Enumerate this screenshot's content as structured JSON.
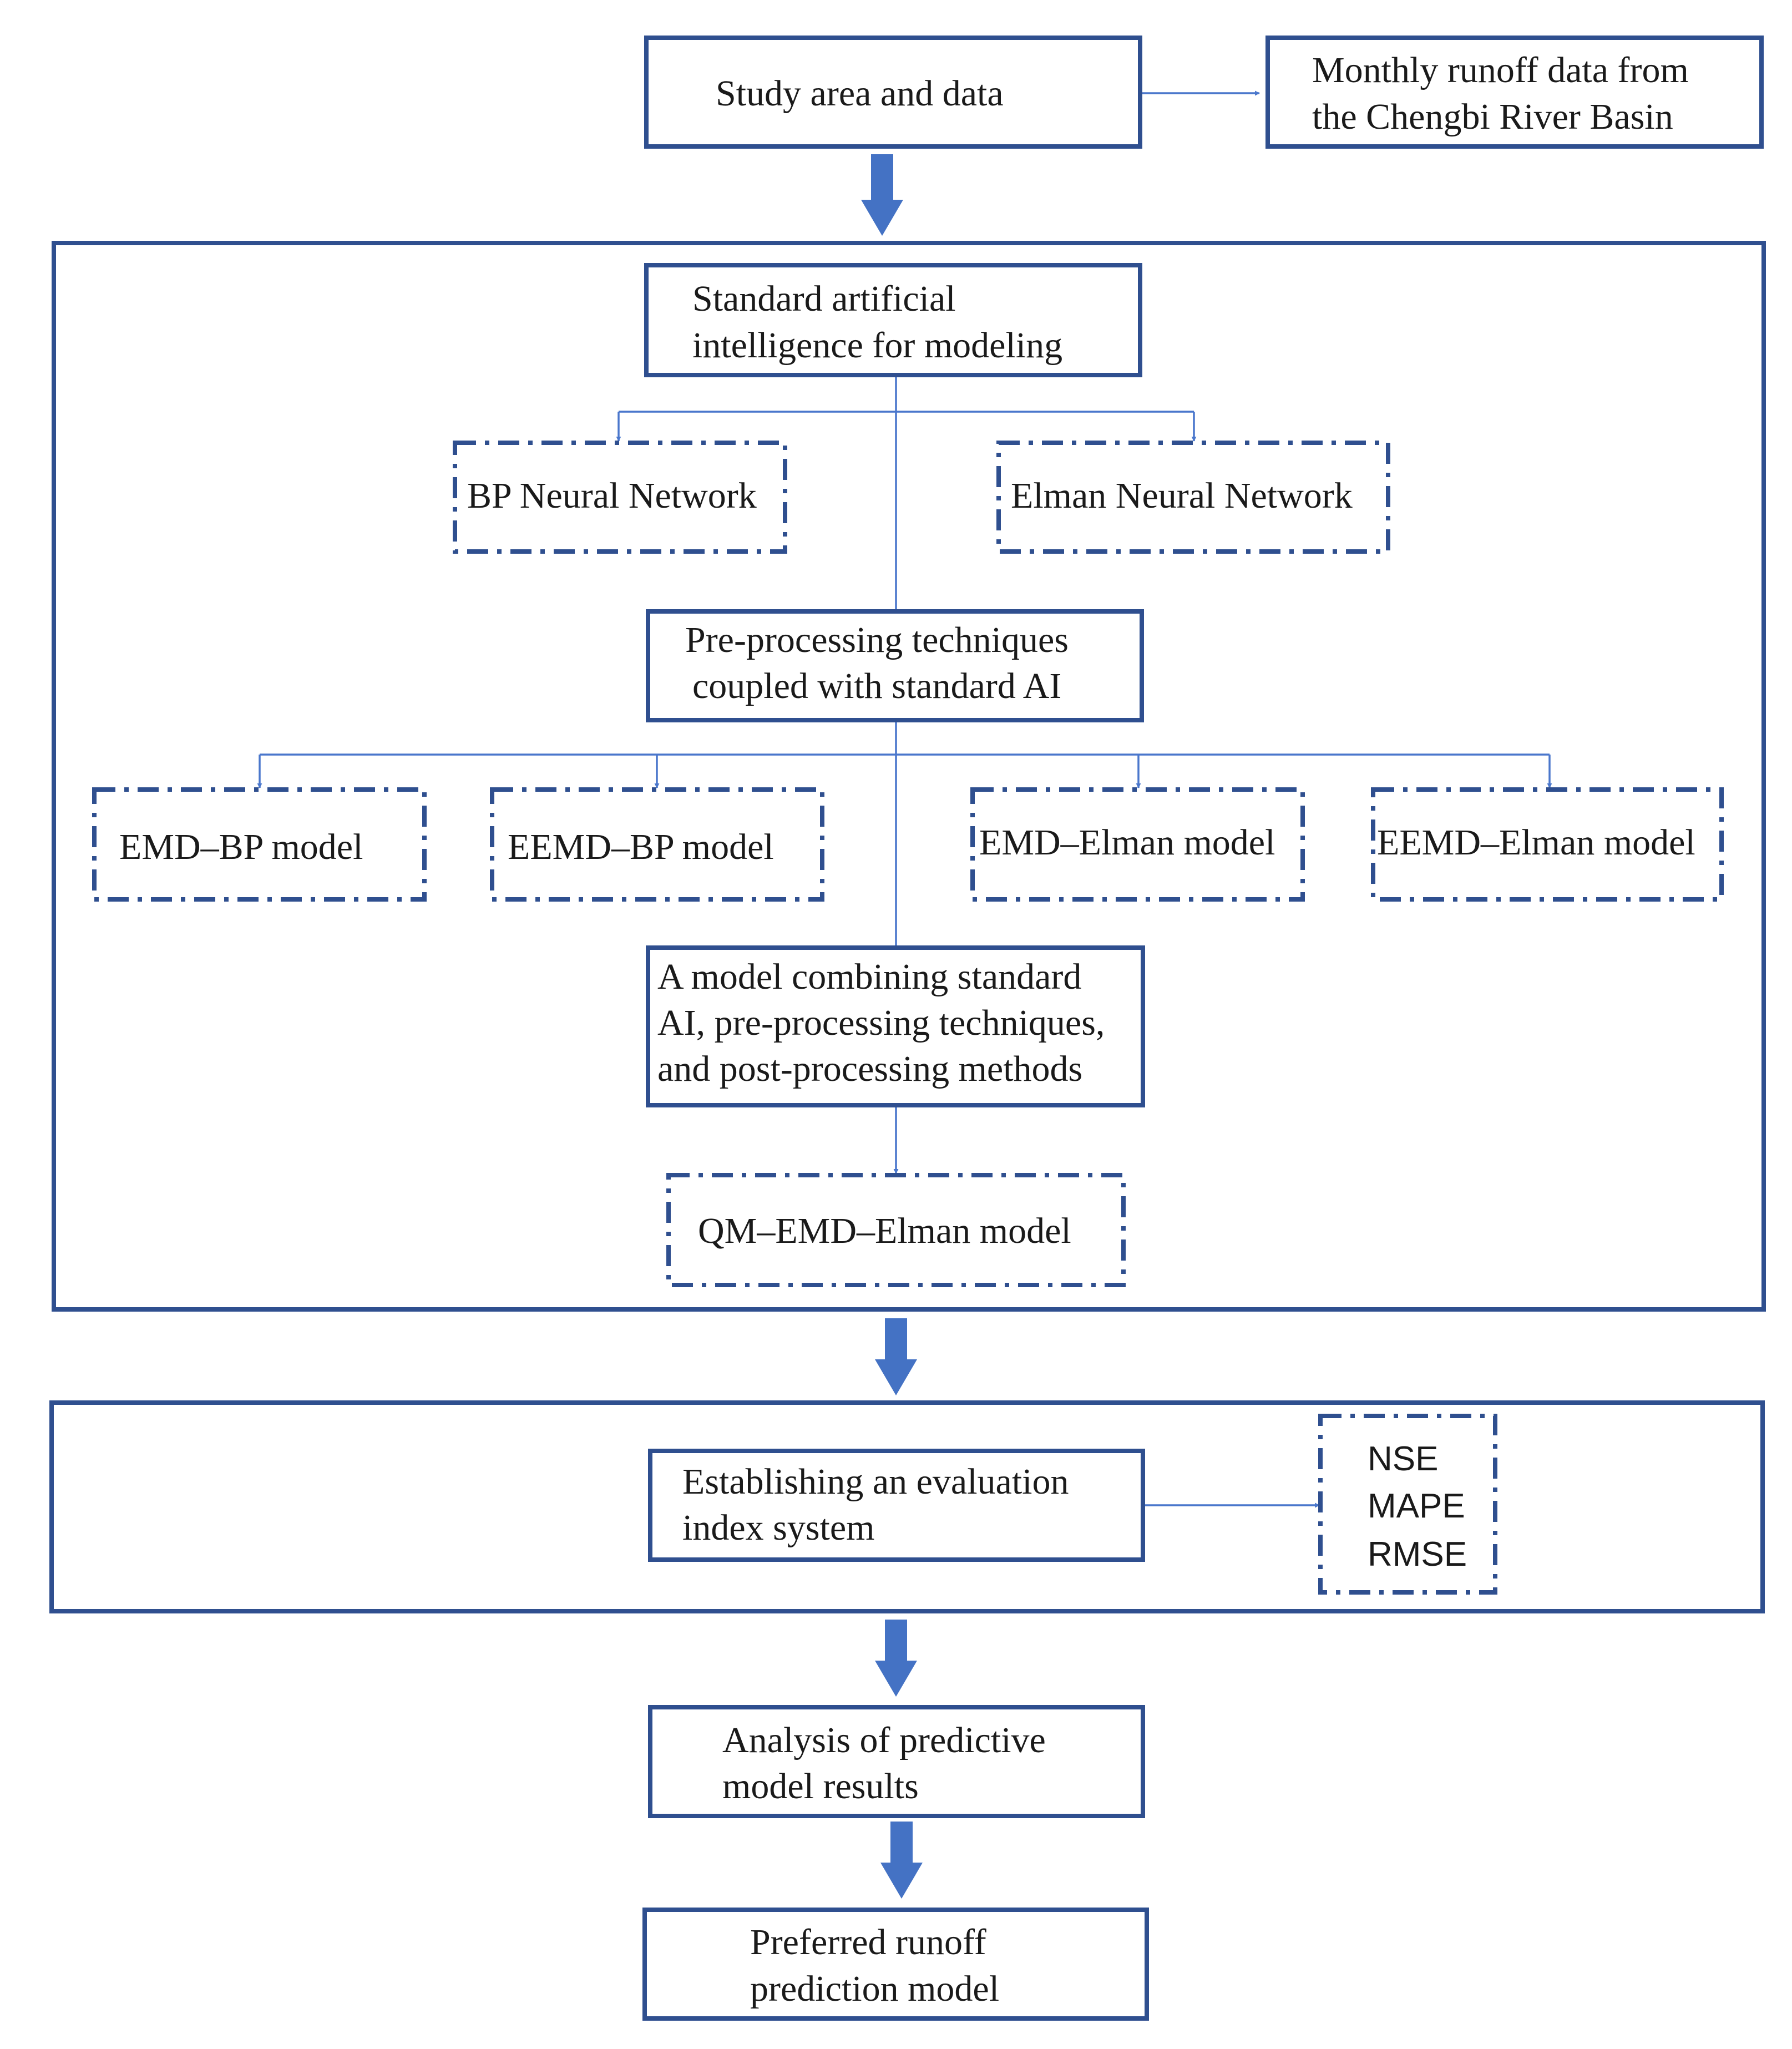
{
  "diagram": {
    "study_area": "Study area and data",
    "monthly_data": [
      "Monthly runoff data from",
      "the Chengbi River Basin"
    ],
    "standard_ai": [
      "Standard artificial",
      "intelligence for modeling"
    ],
    "bp_network": "BP Neural Network",
    "elman_network": "Elman Neural Network",
    "preprocessing": [
      "Pre-processing techniques",
      "coupled with standard AI"
    ],
    "emd_bp": "EMD–BP model",
    "eemd_bp": "EEMD–BP model",
    "emd_elman": "EMD–Elman model",
    "eemd_elman": "EEMD–Elman model",
    "combined_model": [
      "A model combining standard",
      "AI, pre-processing techniques,",
      "and post-processing methods"
    ],
    "qm_model": "QM–EMD–Elman model",
    "evaluation": [
      "Establishing an evaluation",
      "index system"
    ],
    "indices": [
      "NSE",
      "MAPE",
      "RMSE"
    ],
    "analysis": [
      "Analysis of predictive",
      "model results"
    ],
    "preferred": [
      "Preferred runoff",
      "prediction model"
    ]
  },
  "colors": {
    "border": "#2f4f8f",
    "connector": "#4a77cc",
    "big_arrow": "#4472c4"
  }
}
